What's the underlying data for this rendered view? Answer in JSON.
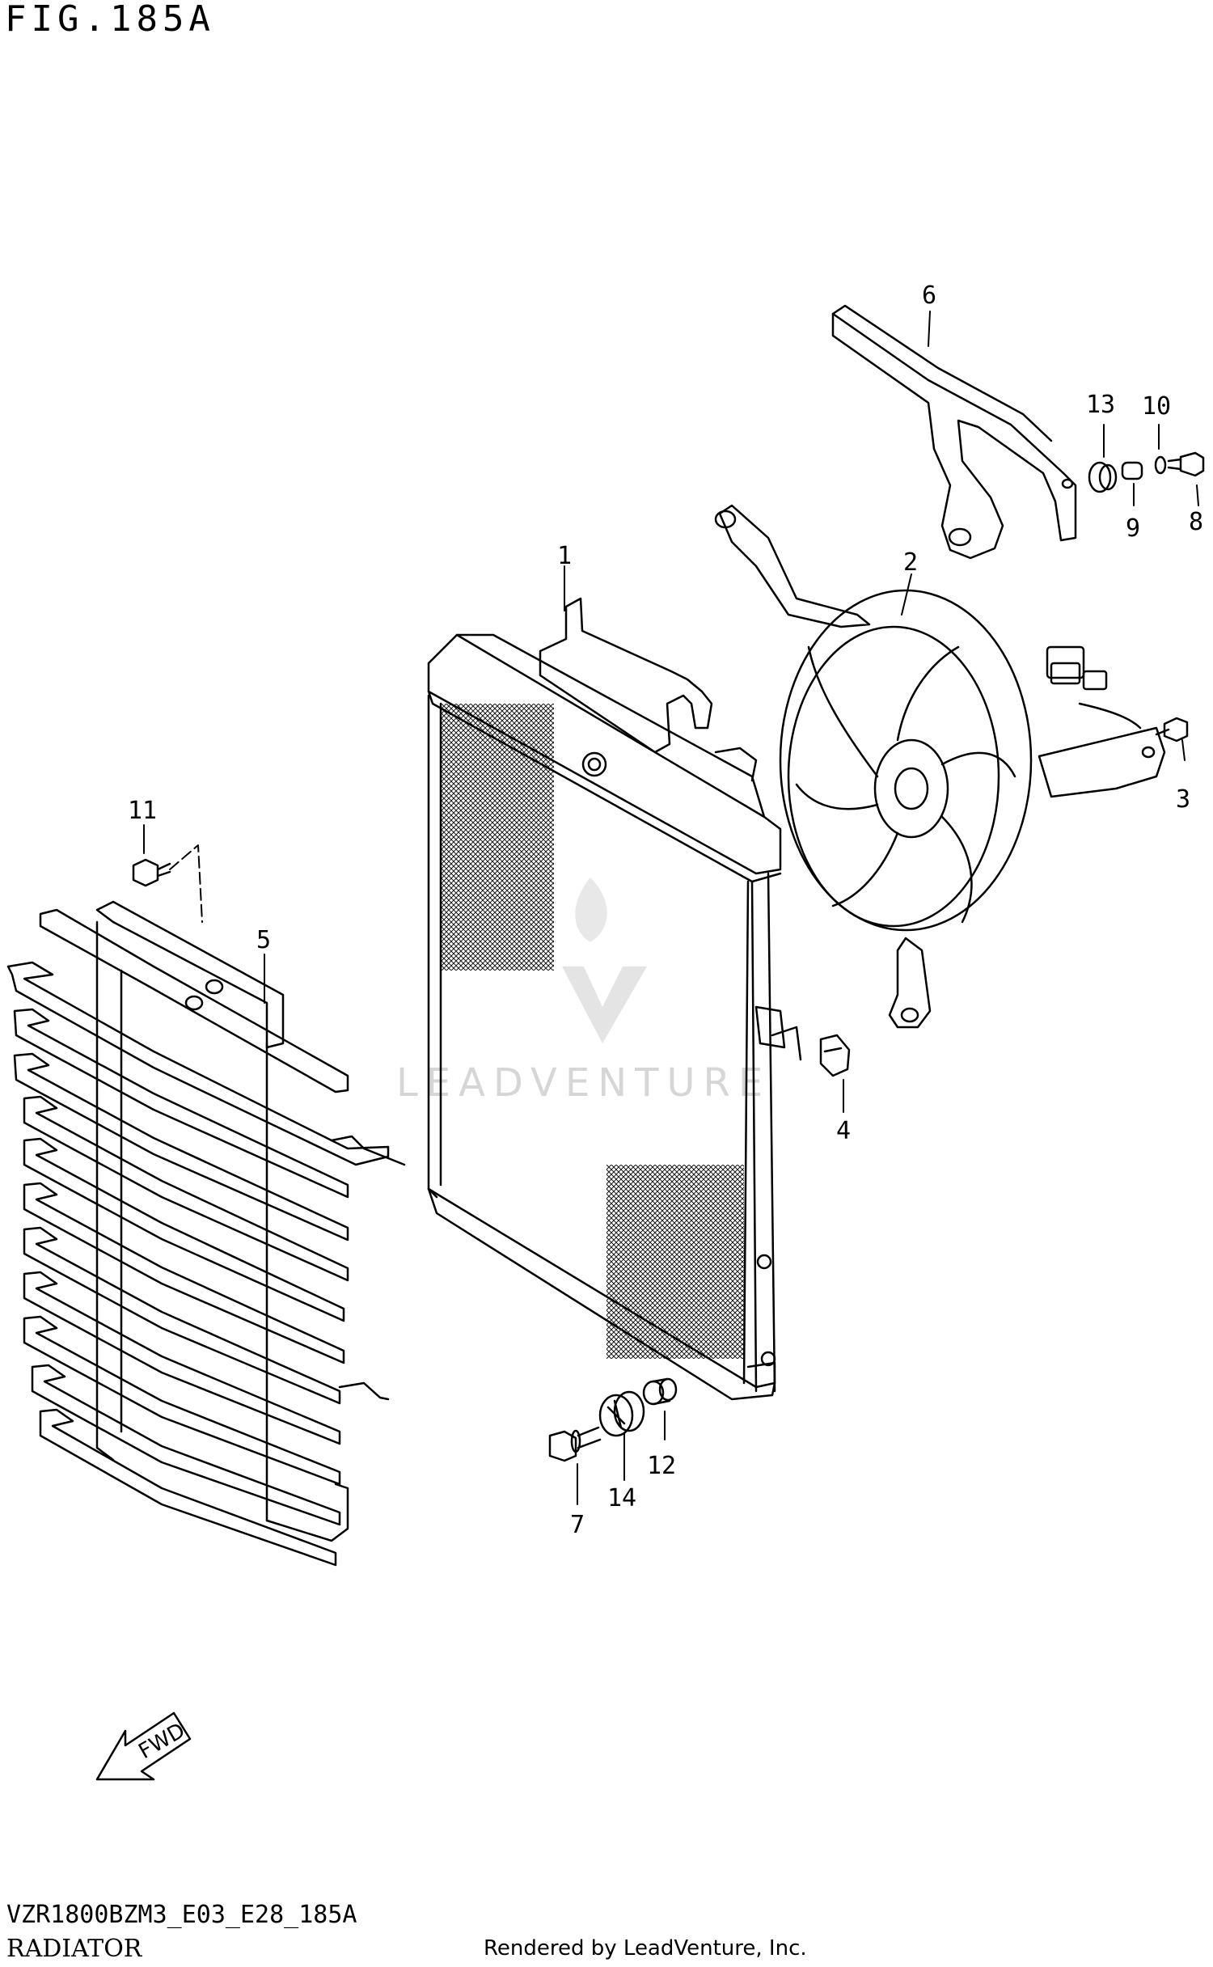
{
  "figure": {
    "title": "FIG.185A"
  },
  "watermark": {
    "text": "LEADVENTURE"
  },
  "fwd_arrow": {
    "label": "FWD"
  },
  "footer": {
    "model_code": "VZR1800BZM3_E03_E28_185A",
    "section_name": "RADIATOR",
    "rendered_by": "Rendered by LeadVenture, Inc."
  },
  "callouts": [
    {
      "id": "1",
      "label": "1"
    },
    {
      "id": "2",
      "label": "2"
    },
    {
      "id": "3",
      "label": "3"
    },
    {
      "id": "4",
      "label": "4"
    },
    {
      "id": "5",
      "label": "5"
    },
    {
      "id": "6",
      "label": "6"
    },
    {
      "id": "7",
      "label": "7"
    },
    {
      "id": "8",
      "label": "8"
    },
    {
      "id": "9",
      "label": "9"
    },
    {
      "id": "10",
      "label": "10"
    },
    {
      "id": "11",
      "label": "11"
    },
    {
      "id": "12",
      "label": "12"
    },
    {
      "id": "13",
      "label": "13"
    },
    {
      "id": "14",
      "label": "14"
    }
  ],
  "colors": {
    "line": "#000000",
    "background": "#ffffff",
    "watermark": "#d6d6d6"
  }
}
